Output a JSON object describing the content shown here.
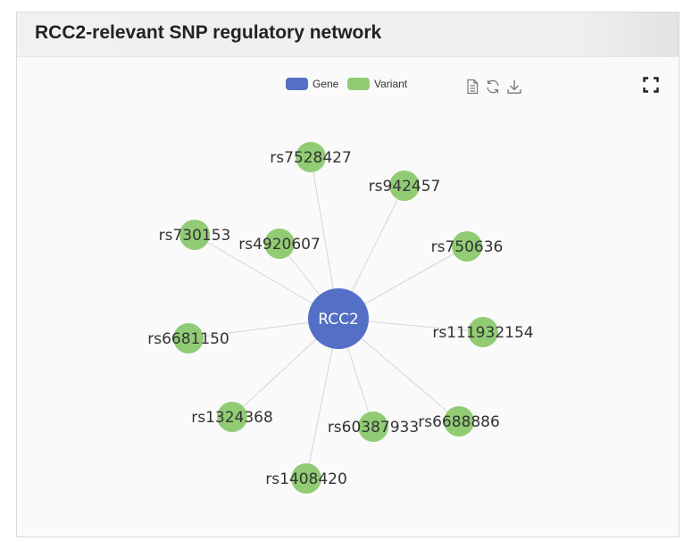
{
  "panel": {
    "title": "RCC2-relevant SNP regulatory network"
  },
  "legend": [
    {
      "label": "Gene",
      "color": "#5470c6"
    },
    {
      "label": "Variant",
      "color": "#91cc75"
    }
  ],
  "toolbox": {
    "data_view": "document-icon",
    "restore": "refresh-icon",
    "save": "download-icon",
    "fullscreen": "fullscreen-icon"
  },
  "network": {
    "center": {
      "label": "RCC2",
      "category": "Gene"
    },
    "variants": [
      {
        "label": "rs7528427"
      },
      {
        "label": "rs942457"
      },
      {
        "label": "rs730153"
      },
      {
        "label": "rs4920607"
      },
      {
        "label": "rs750636"
      },
      {
        "label": "rs6681150"
      },
      {
        "label": "rs111932154"
      },
      {
        "label": "rs1324368"
      },
      {
        "label": "rs60387933"
      },
      {
        "label": "rs6688886"
      },
      {
        "label": "rs1408420"
      }
    ]
  }
}
